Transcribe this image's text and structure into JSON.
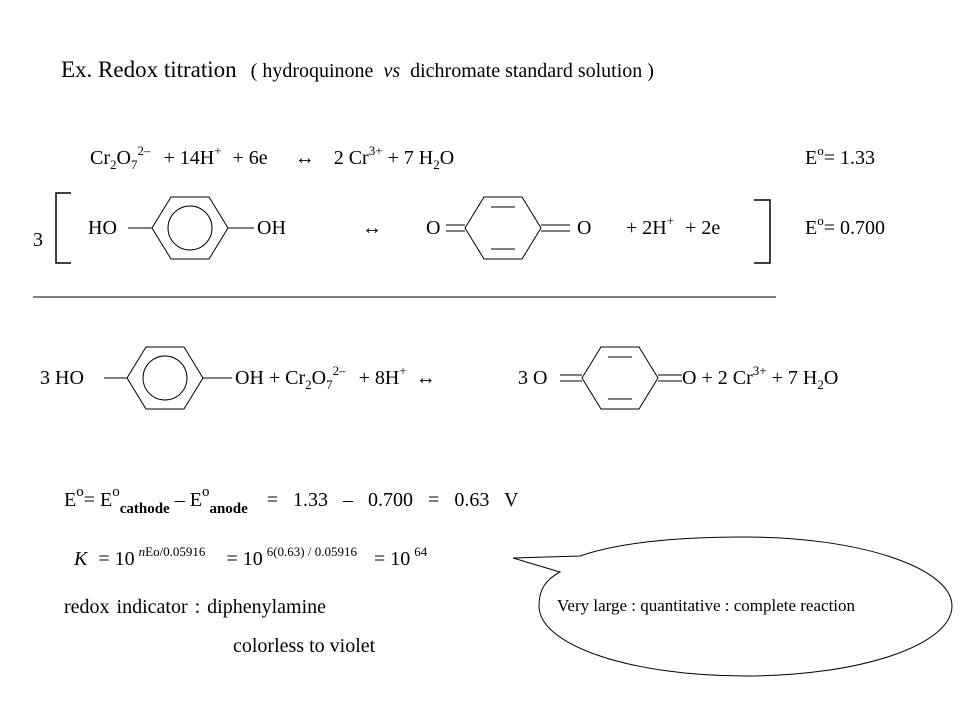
{
  "title": {
    "main": "Ex. Redox titration",
    "paren_open": "( hydroquinone",
    "vs": "vs",
    "paren_rest": "dichromate standard solution )"
  },
  "half1": {
    "cr": "Cr",
    "sub2": "2",
    "o": "O",
    "sub7": "7",
    "charge": "2–",
    "mid": "+ 14H",
    "plus": "+",
    "tail": "+ 6e",
    "arrow": "↔",
    "prod1": "2 Cr",
    "prod1_charge": "3+",
    "prod2": "+ 7 H",
    "prod2_sub": "2",
    "prod2_o": "O",
    "e_label": "E",
    "e_sup": "o",
    "e_val": "= 1.33"
  },
  "half2": {
    "coef": "3",
    "ho": "HO",
    "oh": "OH",
    "arrow": "↔",
    "o_left": "O",
    "o_right": "O",
    "rest": "+ 2H",
    "plus": "+",
    "rest2": "+ 2e",
    "e_label": "E",
    "e_sup": "o",
    "e_val": "= 0.700"
  },
  "overall": {
    "coef_ho": "3 HO",
    "oh_plus": "OH + Cr",
    "sub2": "2",
    "o": "O",
    "sub7": "7",
    "charge": "2–",
    "h": "+ 8H",
    "plus": "+",
    "arrow": "↔",
    "prod_o": "3 O",
    "prod_o2": "O + 2 Cr",
    "cr_charge": "3+",
    "water": "+ 7 H",
    "water_sub": "2",
    "water_o": "O"
  },
  "potential": {
    "e": "E",
    "e_sup": "o",
    "eq": "= E",
    "e2_sup": "o",
    "cathode": "cathode",
    "minus": "– E",
    "e3_sup": "o",
    "anode": "anode",
    "calc": "= 1.33 – 0.700 = 0.63 V"
  },
  "k_line": {
    "k": "K",
    "eq1": "= 10",
    "exp1_n": "n",
    "exp1": "Eo/0.05916",
    "eq2": "= 10",
    "exp2": "6(0.63) / 0.05916",
    "eq3": "= 10",
    "exp3": "64"
  },
  "indicator": {
    "line1": "redox indicator : diphenylamine",
    "line2": "colorless to violet"
  },
  "bubble": {
    "text": "Very large : quantitative : complete reaction"
  }
}
